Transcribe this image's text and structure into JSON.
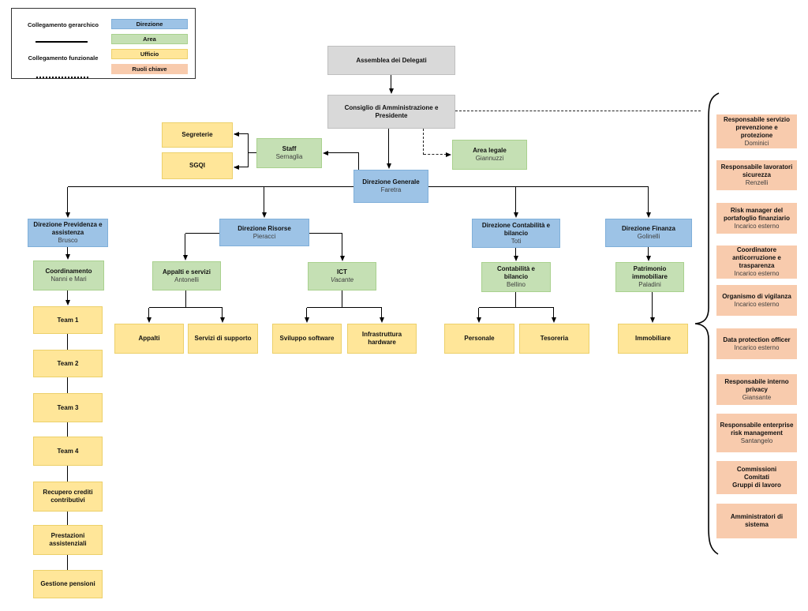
{
  "legend": {
    "hierarchical": "Collegamento gerarchico",
    "functional": "Collegamento funzionale",
    "items": [
      {
        "label": "Direzione",
        "color": "#9DC3E6"
      },
      {
        "label": "Area",
        "color": "#C5E0B4"
      },
      {
        "label": "Ufficio",
        "color": "#FFE699"
      },
      {
        "label": "Ruoli chiave",
        "color": "#F8CBAD"
      }
    ]
  },
  "colors": {
    "direzione": "#9DC3E6",
    "area": "#C5E0B4",
    "ufficio": "#FFE699",
    "ruoli_chiave": "#F8CBAD",
    "governance": "#D9D9D9"
  },
  "boxes": {
    "assemblea": {
      "title": "Assemblea dei Delegati"
    },
    "consiglio": {
      "title": "Consiglio di Amministrazione e Presidente"
    },
    "segreterie": {
      "title": "Segreterie"
    },
    "sgqi": {
      "title": "SGQI"
    },
    "staff": {
      "title": "Staff",
      "name": "Sernaglia"
    },
    "area_legale": {
      "title": "Area legale",
      "name": "Giannuzzi"
    },
    "direzione_generale": {
      "title": "Direzione Generale",
      "name": "Faretra"
    },
    "dir_previdenza": {
      "title": "Direzione Previdenza e assistenza",
      "name": "Brusco"
    },
    "coordinamento": {
      "title": "Coordinamento",
      "name": "Nanni e Mari"
    },
    "team1": {
      "title": "Team 1"
    },
    "team2": {
      "title": "Team 2"
    },
    "team3": {
      "title": "Team 3"
    },
    "team4": {
      "title": "Team 4"
    },
    "recupero": {
      "title": "Recupero crediti contributivi"
    },
    "prestazioni": {
      "title": "Prestazioni assistenziali"
    },
    "gestione_pensioni": {
      "title": "Gestione pensioni"
    },
    "dir_risorse": {
      "title": "Direzione Risorse",
      "name": "Pieracci"
    },
    "appalti_servizi": {
      "title": "Appalti e servizi",
      "name": "Antonelli"
    },
    "ict": {
      "title": "ICT",
      "name": "Vacante"
    },
    "appalti": {
      "title": "Appalti"
    },
    "servizi_supporto": {
      "title": "Servizi di supporto"
    },
    "sviluppo_software": {
      "title": "Sviluppo software"
    },
    "infrastruttura_hardware": {
      "title": "Infrastruttura hardware"
    },
    "dir_contabilita": {
      "title": "Direzione Contabilità e bilancio",
      "name": "Toti"
    },
    "contabilita": {
      "title": "Contabilità e bilancio",
      "name": "Bellino"
    },
    "personale": {
      "title": "Personale"
    },
    "tesoreria": {
      "title": "Tesoreria"
    },
    "dir_finanza": {
      "title": "Direzione Finanza",
      "name": "Golinelli"
    },
    "patrimonio": {
      "title": "Patrimonio immobiliare",
      "name": "Paladini"
    },
    "immobiliare": {
      "title": "Immobiliare"
    }
  },
  "key_roles": [
    {
      "title": "Responsabile servizio prevenzione e protezione",
      "name": "Dominici"
    },
    {
      "title": "Responsabile lavoratori sicurezza",
      "name": "Renzelli"
    },
    {
      "title": "Risk manager del portafoglio finanziario",
      "name": "Incarico esterno"
    },
    {
      "title": "Coordinatore anticorruzione e trasparenza",
      "name": "Incarico esterno"
    },
    {
      "title": "Organismo di vigilanza",
      "name": "Incarico esterno"
    },
    {
      "title": "Data protection officer",
      "name": "Incarico esterno"
    },
    {
      "title": "Responsabile interno privacy",
      "name": "Giansante"
    },
    {
      "title": "Responsabile enterprise risk management",
      "name": "Santangelo"
    },
    {
      "title": "Commissioni\nComitati\nGruppi di lavoro",
      "name": ""
    },
    {
      "title": "Amministratori di sistema",
      "name": ""
    }
  ]
}
